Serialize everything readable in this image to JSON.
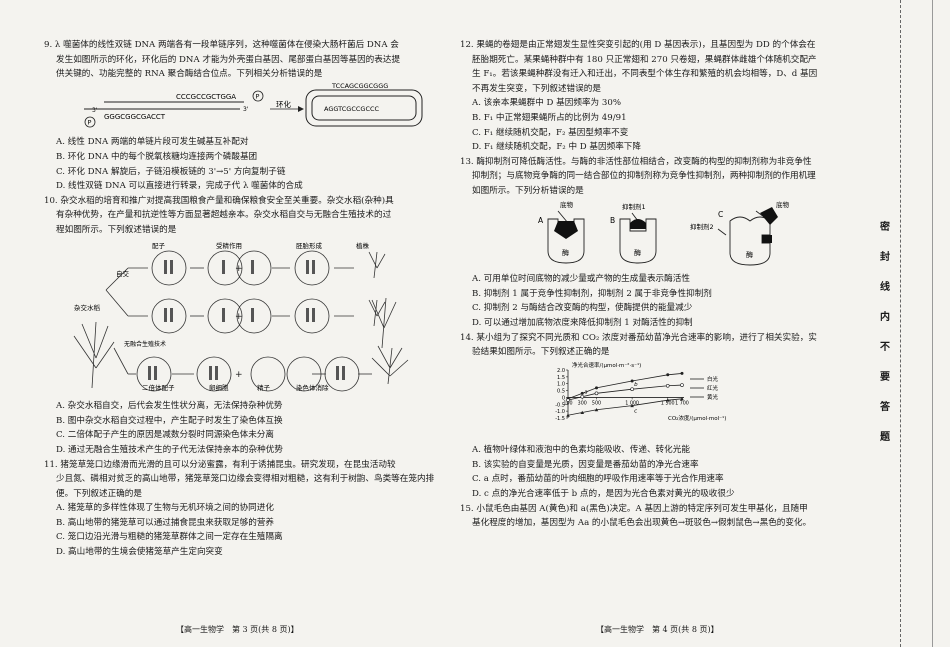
{
  "left": {
    "q9": {
      "stem1": "9. λ 噬菌体的线性双链 DNA 两端各有一段单链序列，这种噬菌体在侵染大肠杆菌后 DNA 会",
      "stem2": "发生如图所示的环化，环化后的 DNA 才能为外壳蛋白基因、尾部蛋白基因等基因的表达提",
      "stem3": "供关键的、功能完整的 RNA 聚合酶结合位点。下列相关分析错误的是",
      "fig": {
        "top_strand": "CCCGCCGCTGGA",
        "bottom_strand": "GGGCGGCGACCT",
        "circ_top": "TCCAGCGGCGGG",
        "circ_inner": "AGGTCGCCGCCC",
        "arrow": "环化",
        "p": "P",
        "s3": "3'"
      },
      "options": [
        "A. 线性 DNA 两端的单链片段可发生碱基互补配对",
        "B. 环化 DNA 中的每个脱氧核糖均连接两个磷酸基团",
        "C. 环化 DNA 解旋后，子链沿模板链的 3'→5' 方向复制子链",
        "D. 线性双链 DNA 可以直接进行转录，完成子代 λ 噬菌体的合成"
      ]
    },
    "q10": {
      "stem1": "10. 杂交水稻的培育和推广对提高我国粮食产量和确保粮食安全至关重要。杂交水稻(杂种)具",
      "stem2": "有杂种优势，在产量和抗逆性等方面显著超越亲本。杂交水稻自交与无融合生殖技术的过",
      "stem3": "程如图所示。下列叙述错误的是",
      "fig": {
        "labels": [
          "配子",
          "受精作用",
          "胚胎形成",
          "植株",
          "杂交水稻",
          "自交",
          "无融合生殖技术",
          "二倍体配子",
          "卵细胞",
          "精子",
          "染色体消除"
        ]
      },
      "options": [
        "A. 杂交水稻自交，后代会发生性状分离，无法保持杂种优势",
        "B. 图中杂交水稻自交过程中，产生配子时发生了染色体互换",
        "C. 二倍体配子产生的原因是减数分裂时同源染色体未分离",
        "D. 通过无融合生殖技术产生的子代无法保持亲本的杂种优势"
      ]
    },
    "q11": {
      "stem1": "11. 猪笼草笼口边缘滑而光滑的且可以分泌蜜露，有利于诱捕昆虫。研究发现，在昆虫活动较",
      "stem2": "少且氮、磷相对贫乏的高山地带，猪笼草笼口边缘会变得相对粗糙，这有利于树鼩、鸟类等在笼内排",
      "stem3": "便。下列叙述正确的是",
      "options": [
        "A. 猪笼草的多样性体现了生物与无机环境之间的协同进化",
        "B. 高山地带的猪笼草可以通过捕食昆虫来获取足够的营养",
        "C. 笼口边沿光滑与粗糙的猪笼草群体之间一定存在生殖隔离",
        "D. 高山地带的生境会使猪笼草产生定向突变"
      ]
    },
    "footer": "【高一生物学　第 3 页(共 8 页)】"
  },
  "right": {
    "q12": {
      "stem1": "12. 果蝇的卷翅是由正常翅发生显性突变引起的(用 D 基因表示)，且基因型为 DD 的个体会在",
      "stem2": "胚胎期死亡。某果蝇种群中有 180 只正常翅和 270 只卷翅，果蝇群体雌雄个体随机交配产",
      "stem3": "生 F₁。若该果蝇种群没有迁入和迁出，不同表型个体生存和繁殖的机会均相等，D、d 基因",
      "stem4": "不再发生突变，下列叙述错误的是",
      "options": [
        "A. 该亲本果蝇群中 D 基因频率为 30%",
        "B. F₁ 中正常翅果蝇所占的比例为 49/91",
        "C. F₁ 继续随机交配，F₂ 基因型频率不变",
        "D. F₁ 继续随机交配，F₂ 中 D 基因频率下降"
      ]
    },
    "q13": {
      "stem1": "13. 酶抑制剂可降低酶活性。与酶的非活性部位相结合，改变酶的构型的抑制剂称为非竞争性",
      "stem2": "抑制剂；与底物竞争酶的同一结合部位的抑制剂称为竞争性抑制剂，两种抑制剂的作用机理",
      "stem3": "如图所示。下列分析错误的是",
      "fig": {
        "a": "A",
        "b": "B",
        "c": "C",
        "substrate": "底物",
        "inh1": "抑制剂1",
        "inh2": "抑制剂2",
        "enzyme": "酶"
      },
      "options": [
        "A. 可用单位时间底物的减少量或产物的生成量表示酶活性",
        "B. 抑制剂 1 属于竞争性抑制剂，抑制剂 2 属于非竞争性抑制剂",
        "C. 抑制剂 2 与酶结合改变酶的构型，使酶提供的能量减少",
        "D. 可以通过增加底物浓度来降低抑制剂 1 对酶活性的抑制"
      ]
    },
    "q14": {
      "stem1": "14. 某小组为了探究不同光质和 CO₂ 浓度对番茄幼苗净光合速率的影响，进行了相关实验，实",
      "stem2": "验结果如图所示。下列叙述正确的是",
      "options": [
        "A. 植物叶绿体和液泡中的色素均能吸收、传递、转化光能",
        "B. 该实验的自变量是光质，因变量是番茄幼苗的净光合速率",
        "C. a 点时，番茄幼苗的叶肉细胞的呼吸作用速率等于光合作用速率",
        "D. c 点的净光合速率低于 b 点的，是因为光合色素对黄光的吸收很少"
      ]
    },
    "q15": {
      "stem1": "15. 小鼠毛色由基因 A(黄色)和 a(黑色)决定。A 基因上游的特定序列可发生甲基化，且随甲",
      "stem2": "基化程度的增加，基因型为 Aa 的小鼠毛色会出现黄色→斑驳色→假刺鼠色→黑色的变化。"
    },
    "footer": "【高一生物学　第 4 页(共 8 页)】"
  },
  "side": {
    "chars": [
      "密",
      "封",
      "线",
      "内",
      "不",
      "要",
      "答",
      "题"
    ]
  },
  "chart_data": {
    "type": "line",
    "ylabel": "净光合速率/(μmol·m⁻²·s⁻¹)",
    "xlabel": "CO₂浓度/(μmol·mol⁻¹)",
    "xlim": [
      100,
      1700
    ],
    "ylim": [
      -1.5,
      2.0
    ],
    "xticks": [
      "100",
      "300",
      "500",
      "1 000",
      "1 500",
      "1 700"
    ],
    "yticks": [
      "2.0",
      "1.5",
      "1.0",
      "0.5",
      "0",
      "-0.5",
      "-1.0",
      "-1.5"
    ],
    "series": [
      {
        "name": "白光",
        "x": [
          100,
          300,
          500,
          1000,
          1500,
          1700
        ],
        "y": [
          -0.1,
          0.3,
          0.7,
          1.2,
          1.65,
          1.75
        ]
      },
      {
        "name": "红光",
        "x": [
          100,
          300,
          500,
          1000,
          1500,
          1700
        ],
        "y": [
          -0.2,
          0.05,
          0.3,
          0.6,
          0.85,
          0.9
        ]
      },
      {
        "name": "黄光",
        "x": [
          100,
          300,
          500,
          1000,
          1500,
          1700
        ],
        "y": [
          -1.3,
          -1.1,
          -0.9,
          -0.6,
          -0.2,
          -0.1
        ]
      }
    ],
    "annotations": [
      "a",
      "b",
      "c"
    ],
    "legend": "right"
  }
}
